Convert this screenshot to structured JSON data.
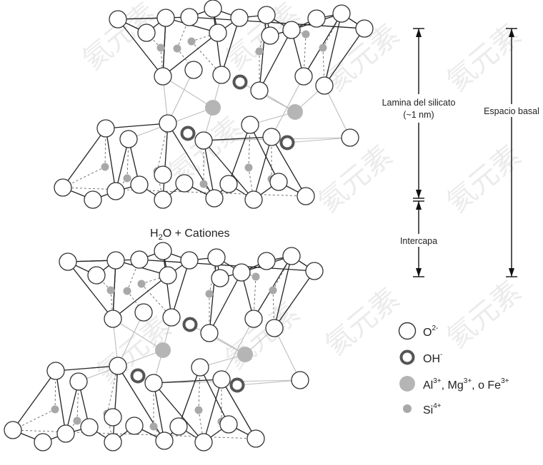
{
  "labels": {
    "lamina_line1": "Lamina del silicato",
    "lamina_line2": "(~1 nm)",
    "espacio_basal": "Espacio basal",
    "intercapa": "Intercapa",
    "interlayer_h": "H",
    "interlayer_sub": "2",
    "interlayer_rest": "O + Cationes"
  },
  "legend": {
    "oxygen": {
      "base": "O",
      "sup": "2-"
    },
    "hydroxyl": {
      "base": "OH",
      "sup": "-"
    },
    "octahedral": {
      "al": "Al",
      "al_sup": "3+",
      "mg": ", Mg",
      "mg_sup": "3+",
      "fe": ", o Fe",
      "fe_sup": "3+"
    },
    "silicon": {
      "base": "Si",
      "sup": "4+"
    }
  },
  "watermark": "氦元素",
  "colors": {
    "atom_stroke": "#333333",
    "oh_ring": "#555555",
    "octahedral_fill": "#b5b5b5",
    "silicon_fill": "#a8a8a8",
    "bond": "#222222",
    "inner_bond": "#666666",
    "weak_bond": "#bdbdbd"
  }
}
